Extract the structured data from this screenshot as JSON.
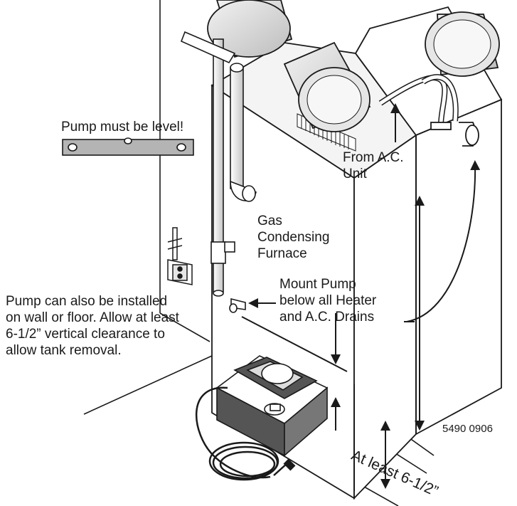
{
  "labels": {
    "pump_level": "Pump must be level!",
    "from_ac": [
      "From A.C.",
      "Unit"
    ],
    "furnace": [
      "Gas",
      "Condensing",
      "Furnace"
    ],
    "mount_pump": [
      "Mount Pump",
      "below all Heater",
      "and A.C. Drains"
    ],
    "install_note": [
      "Pump can also be installed",
      "on wall or floor. Allow at least",
      "6-1/2” vertical clearance to",
      "allow tank removal."
    ],
    "clearance": "At least 6-1/2”",
    "figure_code": "5490 0906"
  },
  "icons": [
    "spirit-level-icon",
    "electrical-outlet-icon",
    "condensate-pump-icon",
    "power-cord-icon",
    "drain-pipe-icon",
    "duct-icon"
  ],
  "colors": {
    "line": "#1a1a1a",
    "fill": "#ffffff",
    "shade": "#c8c8c8",
    "dark": "#555555"
  }
}
